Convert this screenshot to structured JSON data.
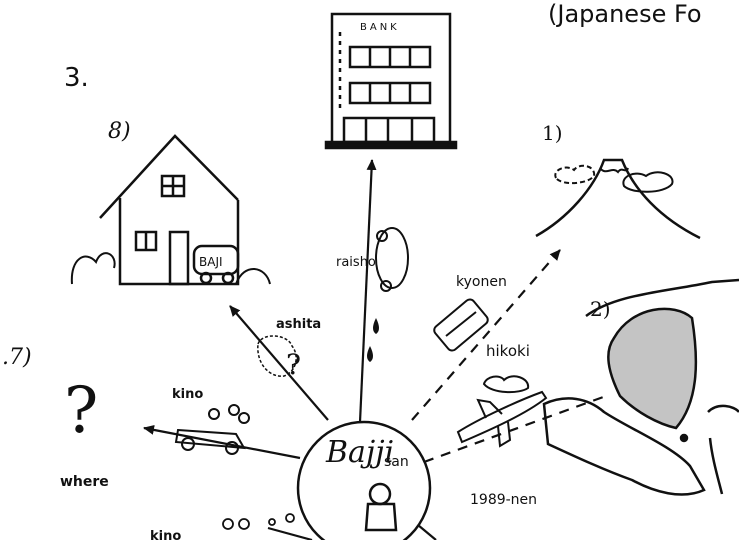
{
  "header": {
    "partial_title": "(Japanese Fo"
  },
  "exercise_number": "3.",
  "labels": {
    "n8": "8)",
    "n1": "1)",
    "n2": "2)",
    "n7": ".7)",
    "center_name": "Bajji",
    "center_suffix": "san",
    "raisho": "raisho",
    "kyonen": "kyonen",
    "ashita": "ashita",
    "hikoki": "hikoki",
    "kino_car": "kino",
    "kino_bottom": "kino",
    "where": "where",
    "year": "1989-nen",
    "building_sign": "BANK",
    "bus_sign": "BAJI"
  }
}
